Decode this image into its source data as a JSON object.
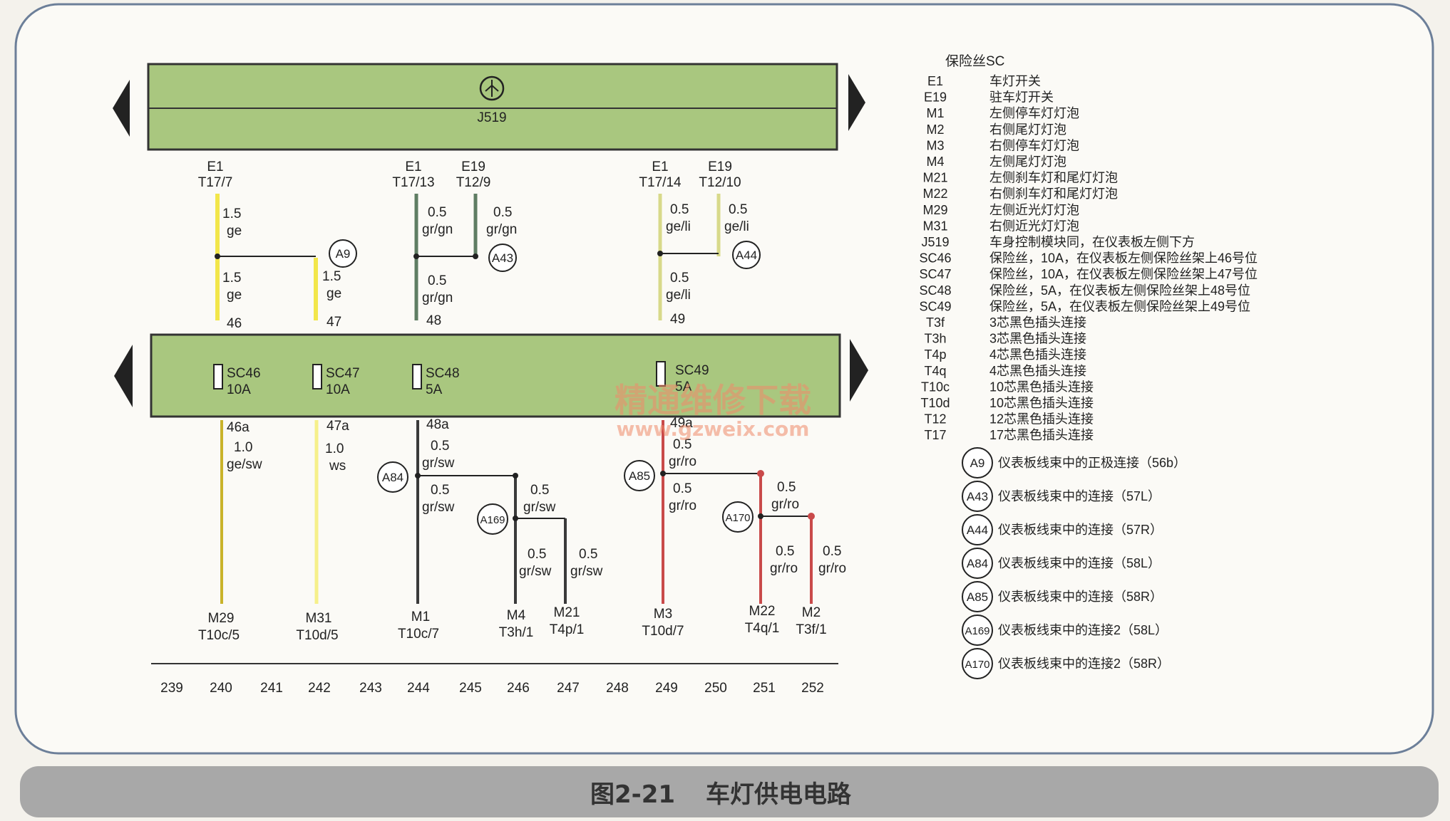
{
  "caption": {
    "number": "图2-21",
    "title": "车灯供电电路"
  },
  "watermark": {
    "line1": "精通维修下载",
    "line2": "www.gzweix.com"
  },
  "modules": {
    "j519": {
      "name": "J519"
    },
    "fuse_box": {
      "fuses": [
        {
          "name": "SC46",
          "rating": "10A"
        },
        {
          "name": "SC47",
          "rating": "10A"
        },
        {
          "name": "SC48",
          "rating": "5A"
        },
        {
          "name": "SC49",
          "rating": "5A"
        }
      ]
    }
  },
  "source_pins": [
    {
      "component": "E1",
      "pin": "T17/7"
    },
    {
      "component": "E1",
      "pin": "T17/13"
    },
    {
      "component": "E19",
      "pin": "T12/9"
    },
    {
      "component": "E1",
      "pin": "T17/14"
    },
    {
      "component": "E19",
      "pin": "T12/10"
    }
  ],
  "terminals_top": [
    "46",
    "47",
    "48",
    "49"
  ],
  "terminals_bottom": [
    "46a",
    "47a",
    "48a",
    "49a"
  ],
  "wires": [
    {
      "size": "1.5",
      "color": "ge"
    },
    {
      "size": "1.5",
      "color": "ge"
    },
    {
      "size": "1.5",
      "color": "ge"
    },
    {
      "size": "0.5",
      "color": "gr/gn"
    },
    {
      "size": "0.5",
      "color": "gr/gn"
    },
    {
      "size": "0.5",
      "color": "gr/gn"
    },
    {
      "size": "0.5",
      "color": "ge/li"
    },
    {
      "size": "0.5",
      "color": "ge/li"
    },
    {
      "size": "0.5",
      "color": "ge/li"
    },
    {
      "size": "1.0",
      "color": "ge/sw"
    },
    {
      "size": "1.0",
      "color": "ws"
    },
    {
      "size": "0.5",
      "color": "gr/sw"
    },
    {
      "size": "0.5",
      "color": "gr/sw"
    },
    {
      "size": "0.5",
      "color": "gr/sw"
    },
    {
      "size": "0.5",
      "color": "gr/sw"
    },
    {
      "size": "0.5",
      "color": "gr/sw"
    },
    {
      "size": "0.5",
      "color": "gr/ro"
    },
    {
      "size": "0.5",
      "color": "gr/ro"
    },
    {
      "size": "0.5",
      "color": "gr/ro"
    },
    {
      "size": "0.5",
      "color": "gr/ro"
    },
    {
      "size": "0.5",
      "color": "gr/ro"
    }
  ],
  "connectors": [
    "A9",
    "A43",
    "A44",
    "A84",
    "A85",
    "A169",
    "A170"
  ],
  "loads": [
    {
      "component": "M29",
      "pin": "T10c/5"
    },
    {
      "component": "M31",
      "pin": "T10d/5"
    },
    {
      "component": "M1",
      "pin": "T10c/7"
    },
    {
      "component": "M4",
      "pin": "T3h/1"
    },
    {
      "component": "M21",
      "pin": "T4p/1"
    },
    {
      "component": "M3",
      "pin": "T10d/7"
    },
    {
      "component": "M22",
      "pin": "T4q/1"
    },
    {
      "component": "M2",
      "pin": "T3f/1"
    }
  ],
  "ruler": [
    "239",
    "240",
    "241",
    "242",
    "243",
    "244",
    "245",
    "246",
    "247",
    "248",
    "249",
    "250",
    "251",
    "252"
  ],
  "legend": {
    "title": "保险丝SC",
    "items": [
      {
        "code": "E1",
        "desc": "车灯开关"
      },
      {
        "code": "E19",
        "desc": "驻车灯开关"
      },
      {
        "code": "M1",
        "desc": "左侧停车灯灯泡"
      },
      {
        "code": "M2",
        "desc": "右侧尾灯灯泡"
      },
      {
        "code": "M3",
        "desc": "右侧停车灯灯泡"
      },
      {
        "code": "M4",
        "desc": "左侧尾灯灯泡"
      },
      {
        "code": "M21",
        "desc": "左侧刹车灯和尾灯灯泡"
      },
      {
        "code": "M22",
        "desc": "右侧刹车灯和尾灯灯泡"
      },
      {
        "code": "M29",
        "desc": "左侧近光灯灯泡"
      },
      {
        "code": "M31",
        "desc": "右侧近光灯灯泡"
      },
      {
        "code": "J519",
        "desc": "车身控制模块同，在仪表板左侧下方"
      },
      {
        "code": "SC46",
        "desc": "保险丝，10A，在仪表板左侧保险丝架上46号位"
      },
      {
        "code": "SC47",
        "desc": "保险丝，10A，在仪表板左侧保险丝架上47号位"
      },
      {
        "code": "SC48",
        "desc": "保险丝，5A，在仪表板左侧保险丝架上48号位"
      },
      {
        "code": "SC49",
        "desc": "保险丝，5A，在仪表板左侧保险丝架上49号位"
      },
      {
        "code": "T3f",
        "desc": "3芯黑色插头连接"
      },
      {
        "code": "T3h",
        "desc": "3芯黑色插头连接"
      },
      {
        "code": "T4p",
        "desc": "4芯黑色插头连接"
      },
      {
        "code": "T4q",
        "desc": "4芯黑色插头连接"
      },
      {
        "code": "T10c",
        "desc": "10芯黑色插头连接"
      },
      {
        "code": "T10d",
        "desc": "10芯黑色插头连接"
      },
      {
        "code": "T12",
        "desc": "12芯黑色插头连接"
      },
      {
        "code": "T17",
        "desc": "17芯黑色插头连接"
      }
    ],
    "connectors": [
      {
        "code": "A9",
        "desc": "仪表板线束中的正极连接（56b）"
      },
      {
        "code": "A43",
        "desc": "仪表板线束中的连接（57L）"
      },
      {
        "code": "A44",
        "desc": "仪表板线束中的连接（57R）"
      },
      {
        "code": "A84",
        "desc": "仪表板线束中的连接（58L）"
      },
      {
        "code": "A85",
        "desc": "仪表板线束中的连接（58R）"
      },
      {
        "code": "A169",
        "desc": "仪表板线束中的连接2（58L）"
      },
      {
        "code": "A170",
        "desc": "仪表板线束中的连接2（58R）"
      }
    ]
  },
  "colors": {
    "module_green": "#a9c77f",
    "wire_yellow": "#f2e64a",
    "wire_green": "#5f7d63",
    "wire_red": "#c94a4a",
    "wire_black": "#3a3a3a"
  }
}
